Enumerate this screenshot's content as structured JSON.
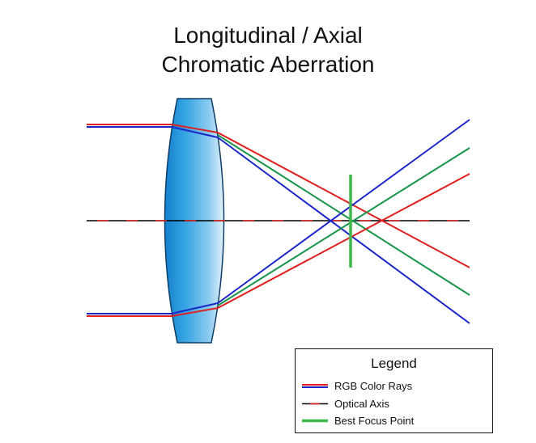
{
  "title": {
    "line1": "Longitudinal / Axial",
    "line2": "Chromatic Aberration"
  },
  "colors": {
    "red": "#e0201e",
    "green": "#17944a",
    "blue": "#1b26c8",
    "axis_black": "#000000",
    "focus_green": "#3db84a",
    "lens_dark": "#1e8fd6",
    "lens_light": "#d8ecf8"
  },
  "legend": {
    "title": "Legend",
    "items": [
      {
        "label": "RGB Color Rays",
        "icon": "rgb-rays-swatch"
      },
      {
        "label": "Optical Axis",
        "icon": "optical-axis-swatch"
      },
      {
        "label": "Best Focus Point",
        "icon": "focus-point-swatch"
      }
    ]
  }
}
